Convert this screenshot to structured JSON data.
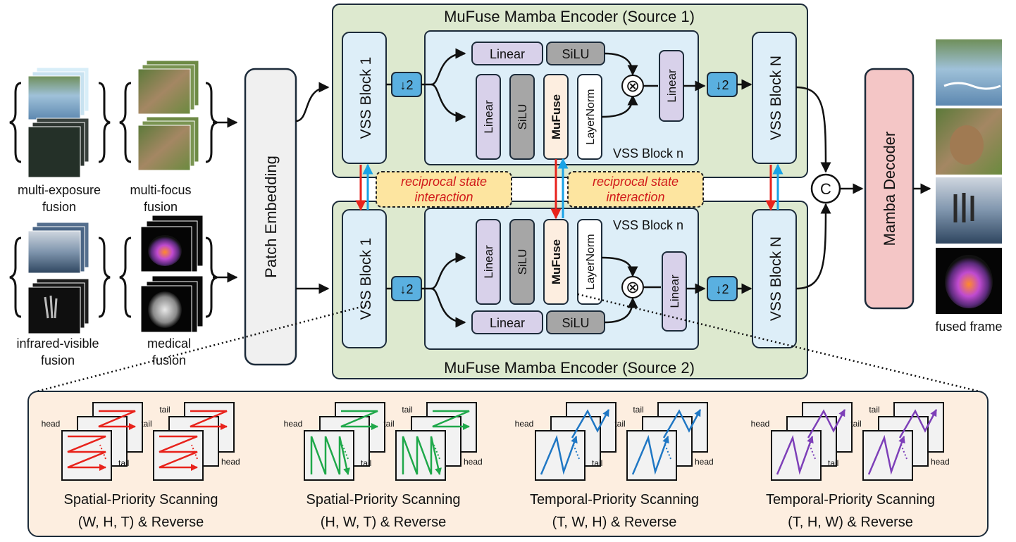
{
  "encoder_top": {
    "title": "MuFuse Mamba Encoder (Source 1)"
  },
  "encoder_bottom": {
    "title": "MuFuse Mamba Encoder (Source 2)"
  },
  "patch_embedding": "Patch Embedding",
  "vss_first": "VSS Block 1",
  "vss_last": "VSS Block N",
  "vss_inner_label": "VSS Block n",
  "downsample": "↓2",
  "ops": {
    "linear": "Linear",
    "silu": "SiLU",
    "mufuse": "MuFuse",
    "layernorm": "LayerNorm"
  },
  "interaction_line1": "reciprocal state",
  "interaction_line2": "interaction",
  "concat_symbol": "C",
  "multiply_symbol": "⊗",
  "decoder": "Mamba Decoder",
  "output_label": "fused frame",
  "inputs": [
    {
      "line1": "multi-exposure",
      "line2": "fusion"
    },
    {
      "line1": "multi-focus",
      "line2": "fusion"
    },
    {
      "line1": "infrared-visible",
      "line2": "fusion"
    },
    {
      "line1": "medical",
      "line2": "fusion"
    }
  ],
  "scans": [
    {
      "line1": "Spatial-Priority Scanning",
      "line2": "(W, H, T) & Reverse",
      "color": "#e8231c"
    },
    {
      "line1": "Spatial-Priority Scanning",
      "line2": "(H, W, T) & Reverse",
      "color": "#1fa84a"
    },
    {
      "line1": "Temporal-Priority Scanning",
      "line2": "(T, W, H) & Reverse",
      "color": "#1f77c4"
    },
    {
      "line1": "Temporal-Priority Scanning",
      "line2": "(T, H, W) & Reverse",
      "color": "#7d3fb8"
    }
  ],
  "head_label": "head",
  "tail_label": "tail",
  "colors": {
    "encoder_bg": "#dde9cf",
    "block_bg": "#ddeef8",
    "block_border": "#1c2b3a",
    "down_bg": "#5ab0e0",
    "linear_bg": "#d8d1ea",
    "silu_bg": "#a6a6a6",
    "mufuse_bg": "#fdeee0",
    "decoder_bg": "#f4c6c6",
    "interaction_bg": "#fde5a0",
    "interaction_text": "#d11a1a",
    "panel_bg": "#fdeee0",
    "arrow_red": "#e8231c",
    "arrow_blue": "#1aa3e6"
  }
}
